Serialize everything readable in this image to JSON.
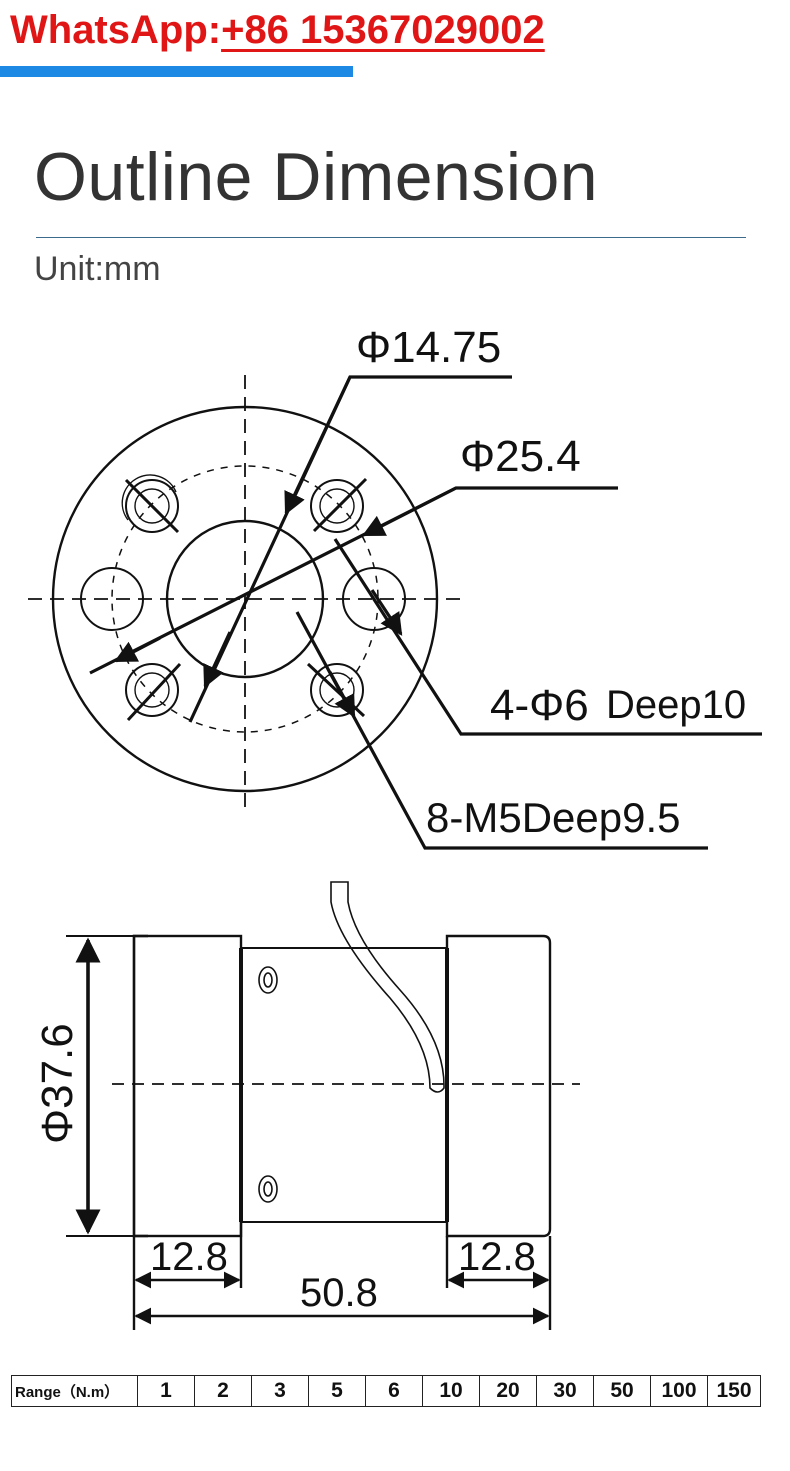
{
  "header": {
    "whatsapp_label": "WhatsApp:",
    "whatsapp_number": "+86 15367029002",
    "brand_color": "#e01515",
    "bar_color": "#1e88e5"
  },
  "page": {
    "title": "Outline Dimension",
    "unit": "Unit:mm"
  },
  "front_view": {
    "outer_diameter_label": "Φ14.75",
    "bolt_circle_label": "Φ25.4",
    "pin_holes_label": "4-Φ6",
    "pin_holes_depth": "Deep10",
    "thread_holes_label": "8-M5Deep9.5"
  },
  "side_view": {
    "diameter_label": "Φ37.6",
    "left_flange": "12.8",
    "right_flange": "12.8",
    "total_length": "50.8"
  },
  "range_table": {
    "label": "Range（N.m）",
    "values": [
      "1",
      "2",
      "3",
      "5",
      "6",
      "10",
      "20",
      "30",
      "50",
      "100",
      "150"
    ]
  }
}
